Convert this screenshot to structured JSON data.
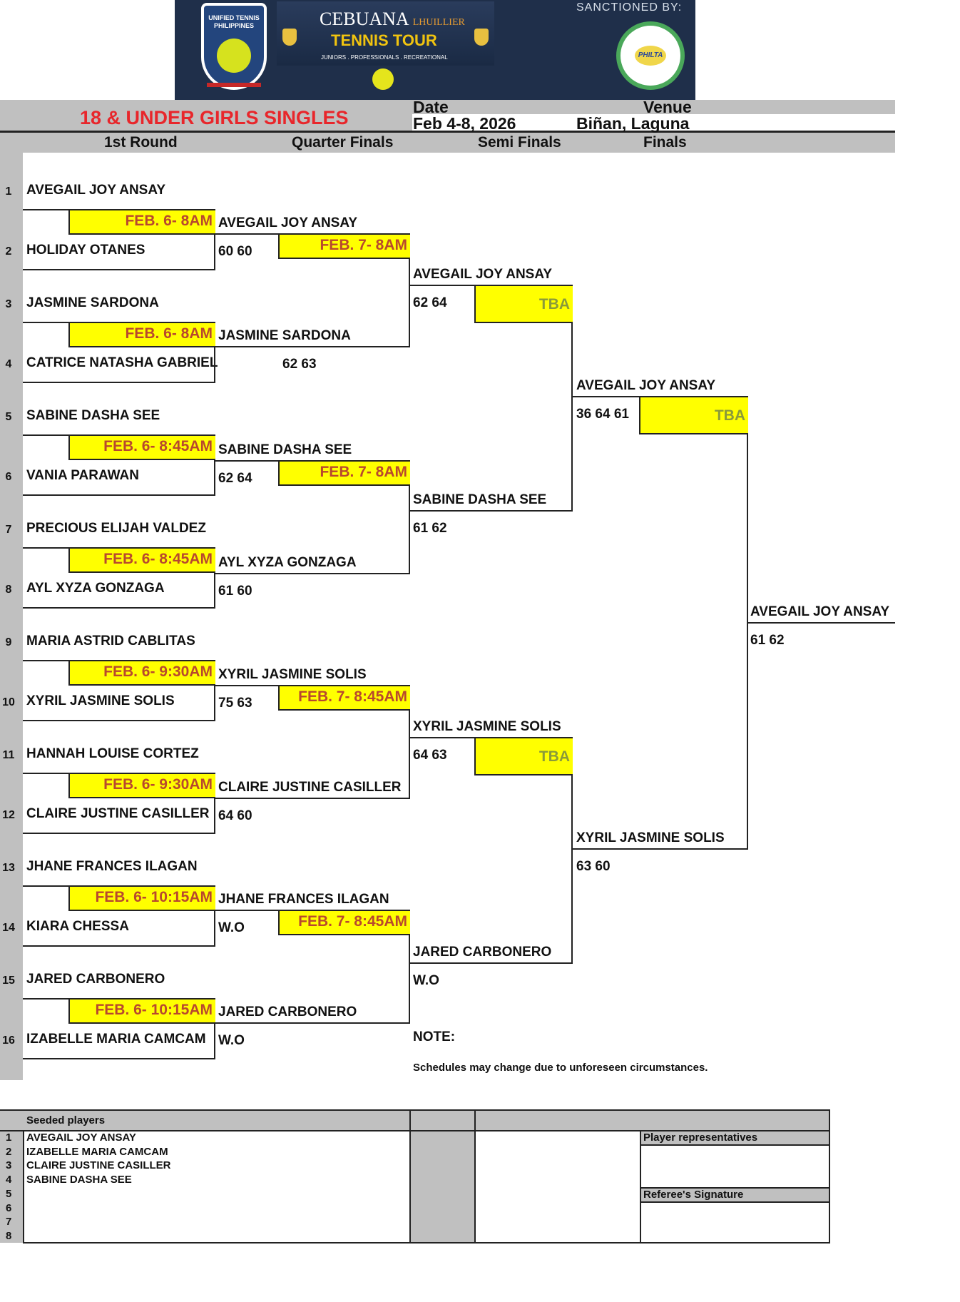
{
  "banner": {
    "org_text": "UNIFIED TENNIS PHILIPPINES",
    "sponsor_name": "CEBUANA",
    "sponsor_sub": "LHUILLIER",
    "tour_name": "TENNIS TOUR",
    "tour_tagline": "JUNIORS . PROFESSIONALS . RECREATIONAL",
    "sanctioned_by": "SANCTIONED BY:",
    "philta": "PHILTA"
  },
  "header": {
    "event": "18 & UNDER GIRLS SINGLES",
    "date_label": "Date",
    "date_value": "Feb 4-8, 2026",
    "venue_label": "Venue",
    "venue_value": "Biñan, Laguna",
    "rounds": [
      "1st Round",
      "Quarter Finals",
      "Semi Finals",
      "Finals"
    ]
  },
  "r1": [
    {
      "num": "1",
      "name": "AVEGAIL JOY ANSAY"
    },
    {
      "num": "2",
      "name": "HOLIDAY OTANES"
    },
    {
      "num": "3",
      "name": "JASMINE SARDONA"
    },
    {
      "num": "4",
      "name": "CATRICE NATASHA GABRIEL"
    },
    {
      "num": "5",
      "name": "SABINE DASHA SEE"
    },
    {
      "num": "6",
      "name": "VANIA PARAWAN"
    },
    {
      "num": "7",
      "name": "PRECIOUS ELIJAH VALDEZ"
    },
    {
      "num": "8",
      "name": "AYL XYZA GONZAGA"
    },
    {
      "num": "9",
      "name": "MARIA ASTRID CABLITAS"
    },
    {
      "num": "10",
      "name": "XYRIL JASMINE SOLIS"
    },
    {
      "num": "11",
      "name": "HANNAH LOUISE CORTEZ"
    },
    {
      "num": "12",
      "name": "CLAIRE JUSTINE CASILLER"
    },
    {
      "num": "13",
      "name": "JHANE FRANCES ILAGAN"
    },
    {
      "num": "14",
      "name": "KIARA CHESSA"
    },
    {
      "num": "15",
      "name": "JARED CARBONERO"
    },
    {
      "num": "16",
      "name": "IZABELLE MARIA CAMCAM"
    }
  ],
  "r1_sched": [
    "FEB. 6- 8AM",
    "FEB. 6- 8AM",
    "FEB. 6- 8:45AM",
    "FEB. 6- 8:45AM",
    "FEB. 6- 9:30AM",
    "FEB. 6- 9:30AM",
    "FEB. 6- 10:15AM",
    "FEB. 6- 10:15AM"
  ],
  "qf": [
    {
      "name": "AVEGAIL JOY ANSAY",
      "score": "60 60"
    },
    {
      "name": "JASMINE SARDONA",
      "score": "62 63"
    },
    {
      "name": "SABINE DASHA SEE",
      "score": "62 64"
    },
    {
      "name": "AYL XYZA GONZAGA",
      "score": "61 60"
    },
    {
      "name": "XYRIL JASMINE SOLIS",
      "score": "75 63"
    },
    {
      "name": "CLAIRE JUSTINE CASILLER",
      "score": "64 60"
    },
    {
      "name": "JHANE FRANCES ILAGAN",
      "score": "W.O"
    },
    {
      "name": "JARED CARBONERO",
      "score": "W.O"
    }
  ],
  "qf_sched": [
    "FEB. 7- 8AM",
    "FEB. 7- 8AM",
    "FEB. 7- 8:45AM",
    "FEB. 7- 8:45AM"
  ],
  "sf": [
    {
      "name": "AVEGAIL JOY ANSAY",
      "score": "62 64"
    },
    {
      "name": "SABINE DASHA SEE",
      "score": "61 62"
    },
    {
      "name": "XYRIL JASMINE SOLIS",
      "score": "64 63"
    },
    {
      "name": "JARED CARBONERO",
      "score": "W.O"
    }
  ],
  "sf_sched": [
    "TBA",
    "TBA"
  ],
  "f": [
    {
      "name": "AVEGAIL JOY ANSAY",
      "score": "36 64 61"
    },
    {
      "name": "XYRIL JASMINE SOLIS",
      "score": "63 60"
    }
  ],
  "f_sched": [
    "TBA"
  ],
  "champion": {
    "name": "AVEGAIL JOY ANSAY",
    "score": "61 62"
  },
  "note": {
    "label": "NOTE:",
    "text": "Schedules may change due to unforeseen circumstances."
  },
  "footer": {
    "seeded_title": "Seeded players",
    "seeds": [
      {
        "num": "1",
        "name": "AVEGAIL JOY ANSAY"
      },
      {
        "num": "2",
        "name": "IZABELLE MARIA CAMCAM"
      },
      {
        "num": "3",
        "name": "CLAIRE JUSTINE CASILLER"
      },
      {
        "num": "4",
        "name": "SABINE DASHA SEE"
      },
      {
        "num": "5",
        "name": ""
      },
      {
        "num": "6",
        "name": ""
      },
      {
        "num": "7",
        "name": ""
      },
      {
        "num": "8",
        "name": ""
      }
    ],
    "player_reps": "Player representatives",
    "referee_sig": "Referee's Signature"
  }
}
